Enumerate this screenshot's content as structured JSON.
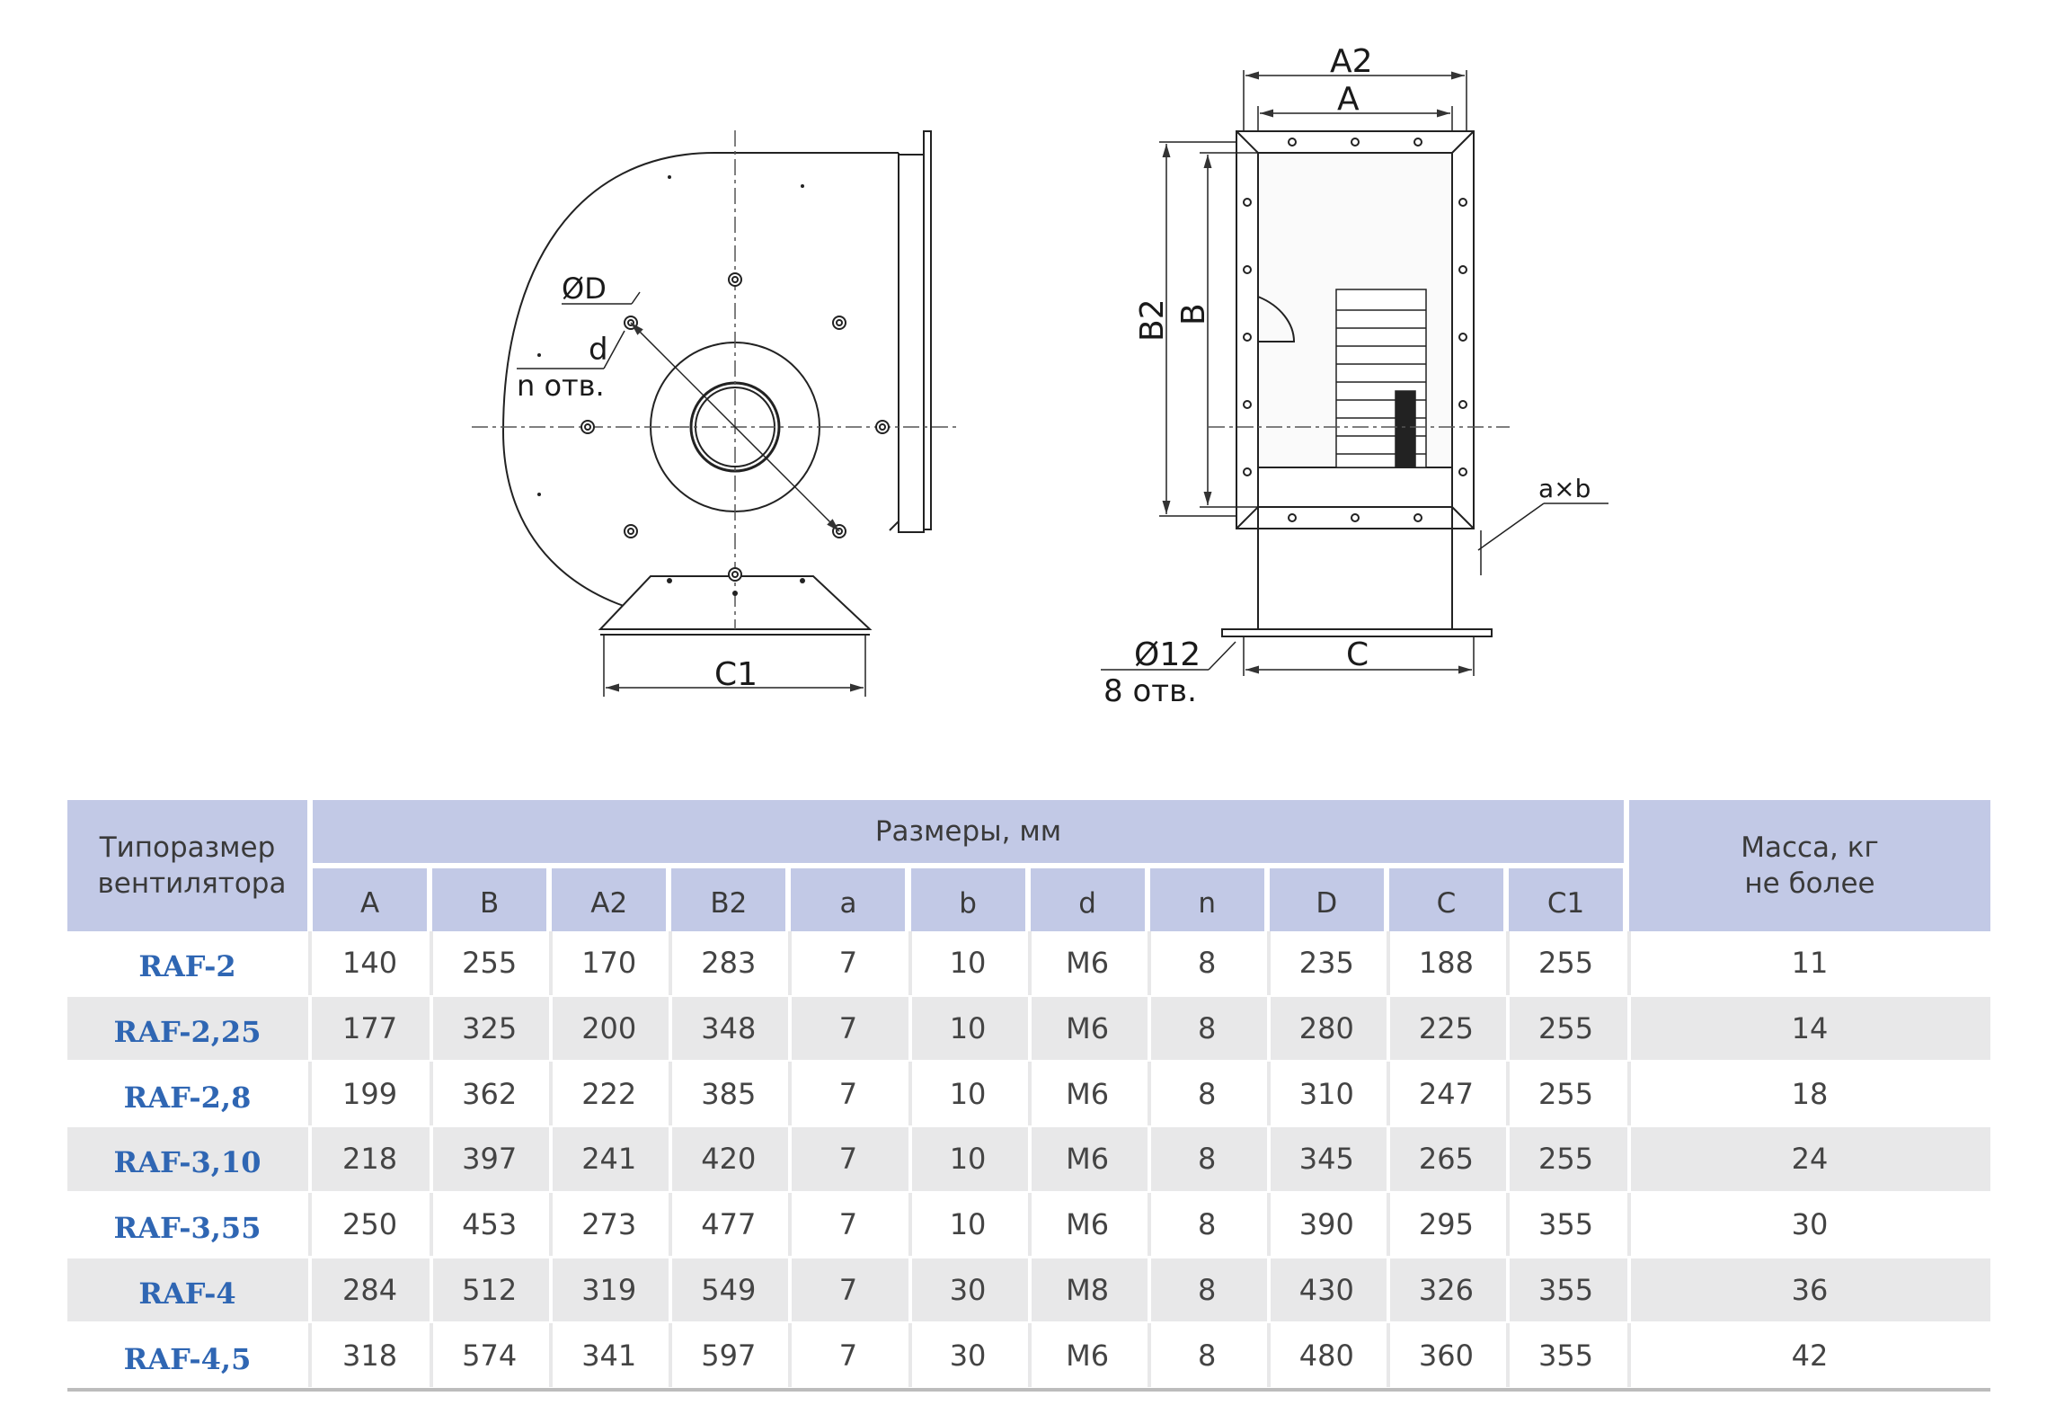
{
  "drawing": {
    "side_view_labels": {
      "diameter_D": "ØD",
      "hole_d": "d",
      "holes_n": "n отв.",
      "width_C1": "C1"
    },
    "front_view_labels": {
      "width_A2": "A2",
      "width_A": "A",
      "height_B2": "B2",
      "height_B": "B",
      "slot_ab": "a×b",
      "hole_12": "Ø12",
      "holes_8": "8 отв.",
      "width_C": "C"
    }
  },
  "table": {
    "header": {
      "model": "Типоразмер вентилятора",
      "sizes": "Размеры, мм",
      "mass": "Масса, кг не более",
      "columns": [
        "A",
        "B",
        "A2",
        "B2",
        "a",
        "b",
        "d",
        "n",
        "D",
        "C",
        "C1"
      ]
    },
    "rows": [
      {
        "name": "RAF-2",
        "values": [
          "140",
          "255",
          "170",
          "283",
          "7",
          "10",
          "M6",
          "8",
          "235",
          "188",
          "255"
        ],
        "mass": "11"
      },
      {
        "name": "RAF-2,25",
        "values": [
          "177",
          "325",
          "200",
          "348",
          "7",
          "10",
          "M6",
          "8",
          "280",
          "225",
          "255"
        ],
        "mass": "14"
      },
      {
        "name": "RAF-2,8",
        "values": [
          "199",
          "362",
          "222",
          "385",
          "7",
          "10",
          "M6",
          "8",
          "310",
          "247",
          "255"
        ],
        "mass": "18"
      },
      {
        "name": "RAF-3,10",
        "values": [
          "218",
          "397",
          "241",
          "420",
          "7",
          "10",
          "M6",
          "8",
          "345",
          "265",
          "255"
        ],
        "mass": "24"
      },
      {
        "name": "RAF-3,55",
        "values": [
          "250",
          "453",
          "273",
          "477",
          "7",
          "10",
          "M6",
          "8",
          "390",
          "295",
          "355"
        ],
        "mass": "30"
      },
      {
        "name": "RAF-4",
        "values": [
          "284",
          "512",
          "319",
          "549",
          "7",
          "30",
          "M8",
          "8",
          "430",
          "326",
          "355"
        ],
        "mass": "36"
      },
      {
        "name": "RAF-4,5",
        "values": [
          "318",
          "574",
          "341",
          "597",
          "7",
          "30",
          "M6",
          "8",
          "480",
          "360",
          "355"
        ],
        "mass": "42"
      }
    ]
  }
}
